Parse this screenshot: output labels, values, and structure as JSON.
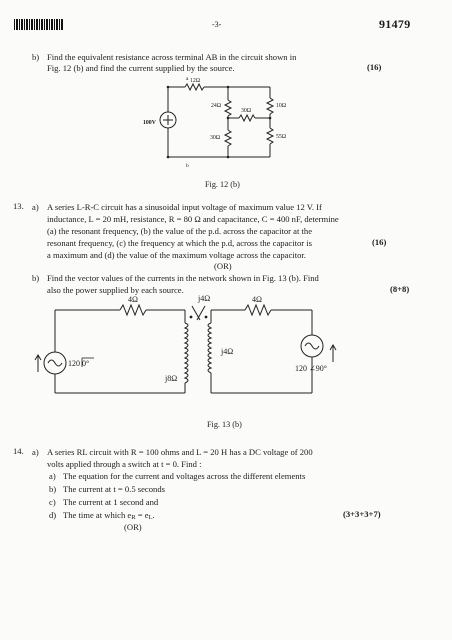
{
  "header": {
    "page_number": "-3-",
    "paper_code": "91479"
  },
  "q12b": {
    "label": "b)",
    "line1": "Find the equivalent resistance across terminal AB in the circuit shown in",
    "line2": "Fig. 12 (b) and find the current supplied by the source.",
    "marks": "(16)",
    "figure": {
      "r_top": "12Ω",
      "r_left": "24Ω",
      "r_mid": "30Ω",
      "r_right": "10Ω",
      "r_bottom_left": "30Ω",
      "r_bottom_right": "55Ω",
      "source": "100V",
      "node_a": "a",
      "node_b": "b"
    },
    "caption": "Fig. 12 (b)"
  },
  "q13a": {
    "number": "13.",
    "label": "a)",
    "lines": [
      "A series L-R-C circuit has a sinusoidal input voltage of maximum value 12 V. If",
      "inductance, L = 20 mH, resistance, R = 80 Ω and capacitance, C = 400 nF, determine",
      "(a) the resonant frequency, (b) the value of the p.d. across the capacitor at the",
      "resonant frequency, (c) the frequency at which the p.d, across the capacitor is",
      "a maximum and (d) the value of the maximum voltage across the capacitor."
    ],
    "marks": "(16)"
  },
  "or1": "(OR)",
  "q13b": {
    "label": "b)",
    "line1": "Find the vector values of the currents in the network shown in Fig. 13 (b). Find",
    "line2": "also the power supplied by each source.",
    "marks": "(8+8)",
    "figure": {
      "r_left": "4Ω",
      "x_mutual": "j4Ω",
      "r_right": "4Ω",
      "x_left": "j8Ω",
      "x_right": "j4Ω",
      "source_left": "120",
      "source_left_angle": "0°",
      "source_right": "120 ∠90°"
    },
    "caption": "Fig. 13 (b)"
  },
  "q14a": {
    "number": "14.",
    "label": "a)",
    "line1": "A series RL circuit with R = 100 ohms and L = 20 H has a DC voltage of 200",
    "line2": "volts applied through a switch at t = 0. Find :",
    "items": [
      {
        "label": "a)",
        "text": "The equation for the current and voltages across the different elements"
      },
      {
        "label": "b)",
        "text": "The current at t = 0.5 seconds"
      },
      {
        "label": "c)",
        "text": "The current at 1 second and"
      },
      {
        "label": "d)",
        "text": "The time at which e",
        "sub1": "R",
        "mid": " = e",
        "sub2": "L",
        "end": "."
      }
    ],
    "marks": "(3+3+3+7)"
  },
  "or2": "(OR)"
}
